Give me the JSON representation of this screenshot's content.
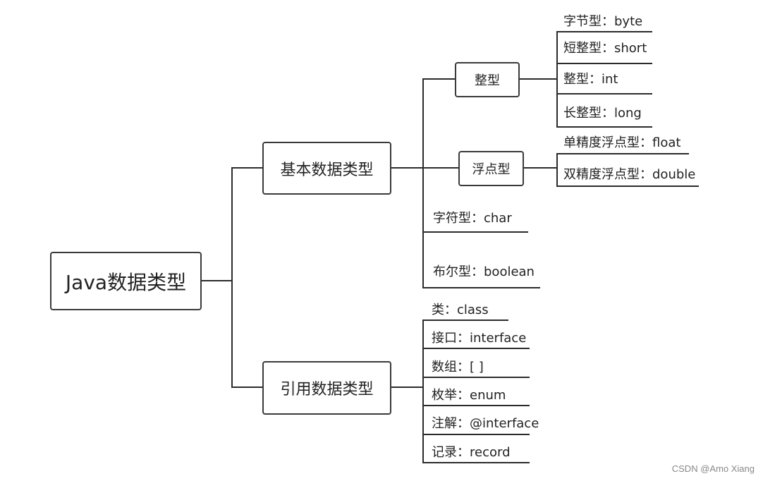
{
  "root": {
    "label": "Java数据类型"
  },
  "primitive": {
    "label": "基本数据类型",
    "integer": {
      "label": "整型",
      "items": [
        "字节型：byte",
        "短整型：short",
        "整型：int",
        "长整型：long"
      ]
    },
    "floating": {
      "label": "浮点型",
      "items": [
        "单精度浮点型：float",
        "双精度浮点型：double"
      ]
    },
    "char_item": "字符型：char",
    "bool_item": "布尔型：boolean"
  },
  "reference": {
    "label": "引用数据类型",
    "items": [
      "类：class",
      "接口：interface",
      "数组：[ ]",
      "枚举：enum",
      "注解：@interface",
      "记录：record"
    ]
  },
  "watermark": "CSDN @Amo Xiang"
}
